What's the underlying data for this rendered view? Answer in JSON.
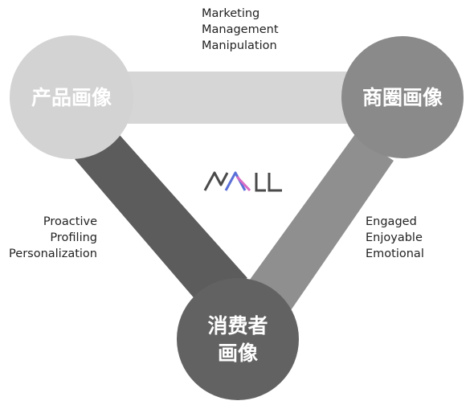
{
  "nodes": {
    "product": {
      "label": "产品画像",
      "color": "#d3d3d3"
    },
    "business": {
      "label": "商圈画像",
      "color": "#8a8a8a"
    },
    "consumer": {
      "lines": [
        "消费者",
        "画像"
      ],
      "color": "#626262"
    }
  },
  "edges": {
    "top": {
      "color": "#d6d6d6",
      "labels": [
        "Marketing",
        "Management",
        "Manipulation"
      ]
    },
    "left": {
      "color": "#5c5c5c",
      "labels": [
        "Proactive",
        "Profiling",
        "Personalization"
      ]
    },
    "right": {
      "color": "#8f8f8f",
      "labels": [
        "Engaged",
        "Enjoyable",
        "Emotional"
      ]
    }
  },
  "logo": {
    "text": "MALL",
    "colors": [
      "#4a4a4a",
      "#5a6fd8",
      "#d86cc4",
      "#4a4a4a"
    ]
  }
}
